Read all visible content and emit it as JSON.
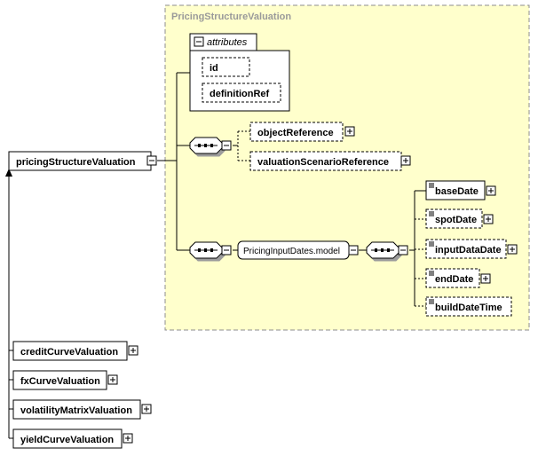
{
  "diagram": {
    "group_title": "PricingStructureValuation",
    "attributes_title": "attributes",
    "attributes": [
      "id",
      "definitionRef"
    ],
    "root_element": "pricingStructureValuation",
    "sequence_children": [
      "objectReference",
      "valuationScenarioReference"
    ],
    "model_group": "PricingInputDates.model",
    "dates": [
      "baseDate",
      "spotDate",
      "inputDataDate",
      "endDate",
      "buildDateTime"
    ],
    "derived_types": [
      "creditCurveValuation",
      "fxCurveValuation",
      "volatilityMatrixValuation",
      "yieldCurveValuation"
    ]
  }
}
